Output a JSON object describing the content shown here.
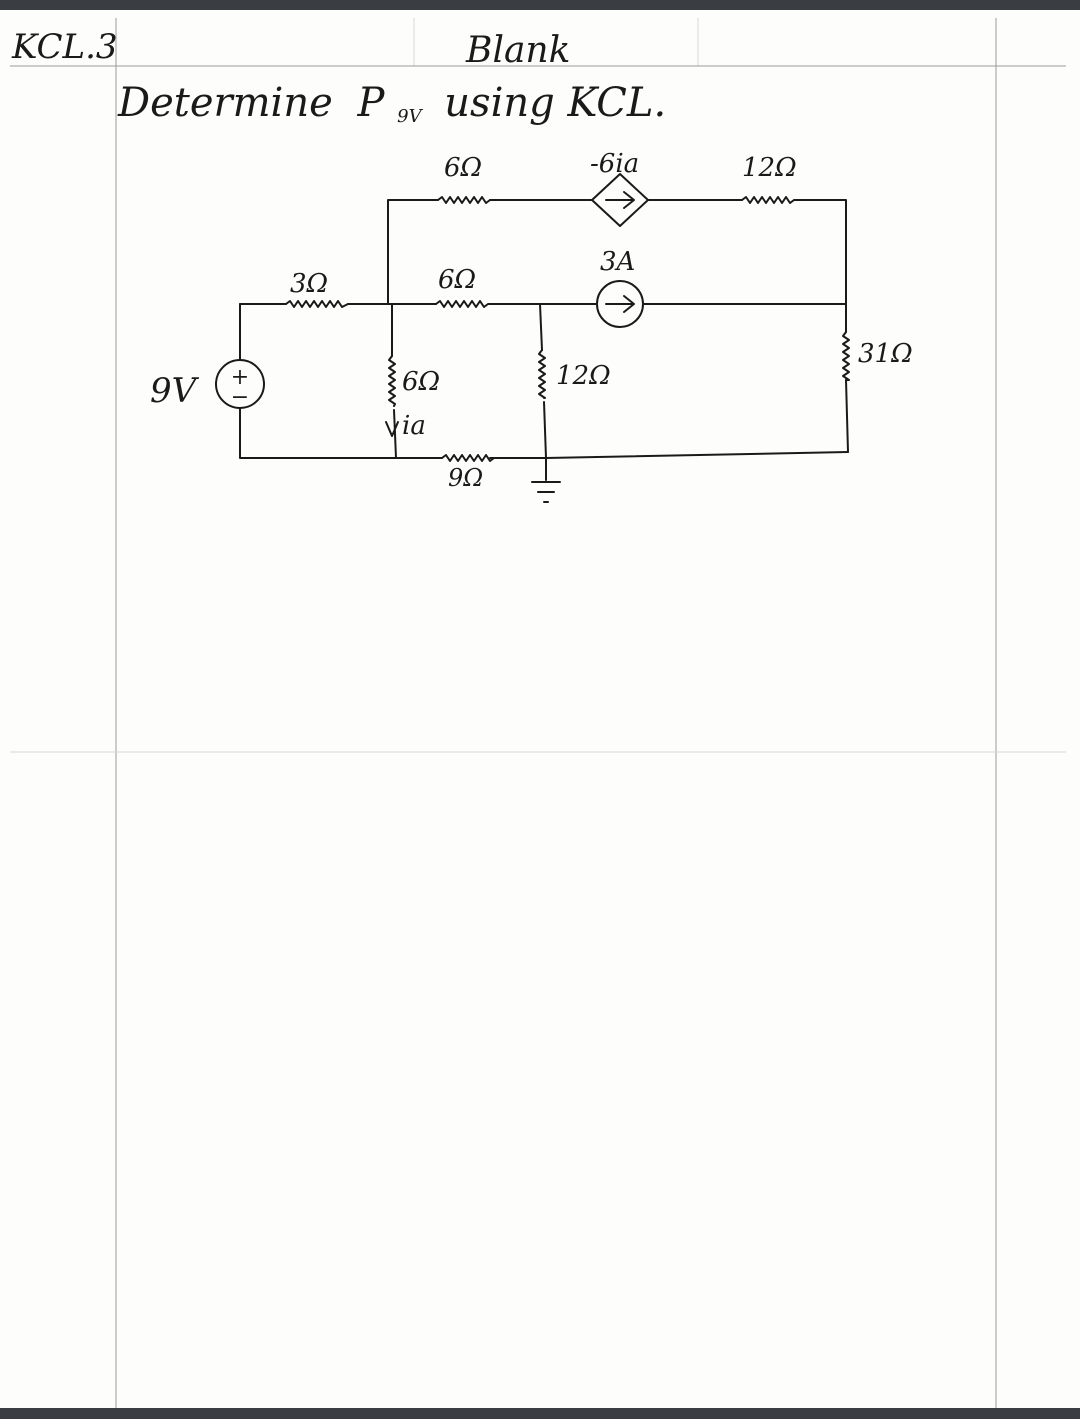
{
  "header": {
    "problem_id": "KCL.3",
    "center_label": "Blank"
  },
  "question": {
    "prefix": "Determine",
    "power_symbol": "P",
    "power_subscript": "9V",
    "suffix": "using KCL."
  },
  "circuit": {
    "source_voltage": "9V",
    "source_plus": "+",
    "source_minus": "−",
    "r_3": "3Ω",
    "r_6_top": "6Ω",
    "dep_source": "-6ia",
    "r_12_top": "12Ω",
    "r_6_middle": "6Ω",
    "current_source": "3A",
    "r_6_vertical": "6Ω",
    "current_label_base": "i",
    "current_label_sub": "a",
    "r_12_vertical": "12Ω",
    "r_31": "31Ω",
    "r_9": "9Ω"
  },
  "colors": {
    "ink": "#1a1a1a",
    "paper": "#fdfdfb",
    "frame": "#3a3d42",
    "rule": "#9a9a9a"
  }
}
